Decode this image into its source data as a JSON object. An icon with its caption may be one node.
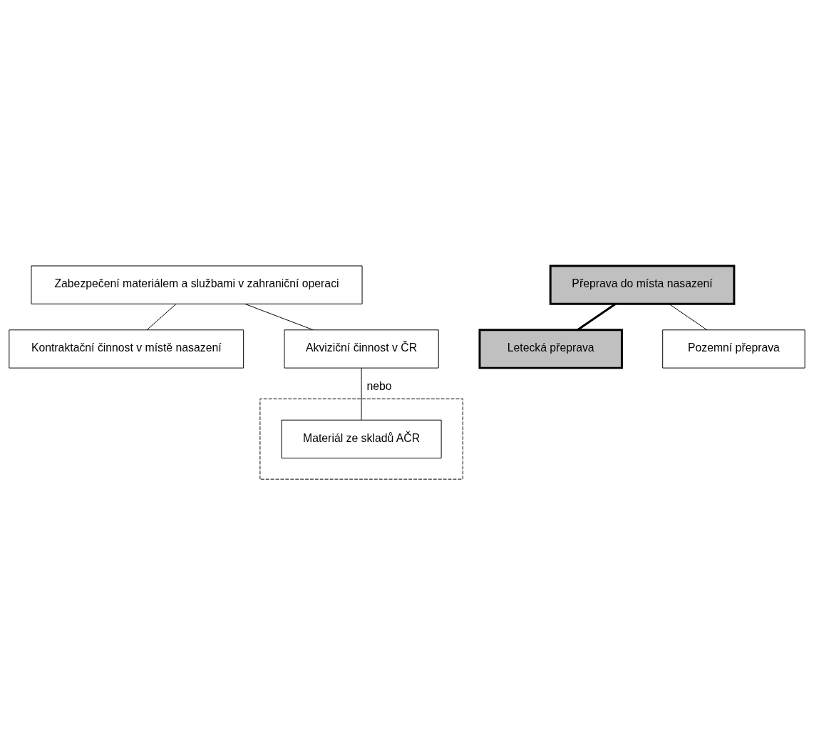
{
  "diagram": {
    "nodes": [
      {
        "text": [
          "Zabezpečení materiálem a službami v zahraniční operaci"
        ]
      },
      {
        "text": [
          "Kontraktační činnost v místě nasazení"
        ]
      },
      {
        "text": [],
        "shape": "polygon"
      },
      {
        "text": [
          "Akviziční činnost v ČR"
        ]
      },
      {
        "text": [
          "Materiál ze skladů AČR"
        ],
        "in": 2
      },
      {
        "text": [
          "Přeprava do místa nasazení"
        ]
      },
      {
        "text": [
          "Letecká přeprava"
        ]
      },
      {
        "text": [
          "Pozemní přeprava"
        ]
      }
    ],
    "edges": [
      {
        "from": 0,
        "to": 1,
        "arrow": "none"
      },
      {
        "from": 0,
        "to": 3,
        "arrow": "none"
      },
      {
        "from": 3,
        "to": 4,
        "arrow": "none",
        "label": "nebo"
      },
      {
        "from": 5,
        "to": 6,
        "arrow": "none",
        "style": "thick"
      },
      {
        "from": 5,
        "to": 7,
        "arrow": "none"
      }
    ]
  }
}
